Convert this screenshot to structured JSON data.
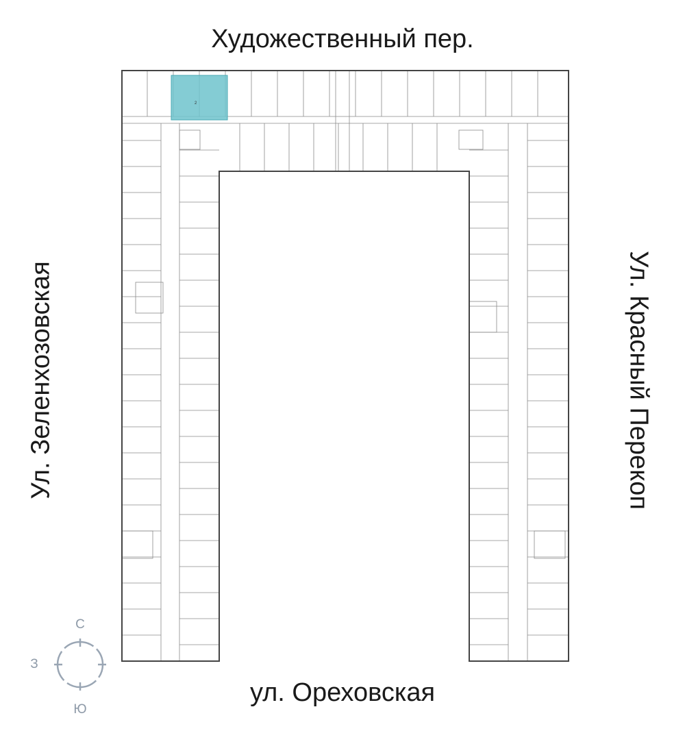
{
  "streets": {
    "north": "Художественный пер.",
    "south": "ул. Ореховская",
    "west": "Ул. Зеленхозовская",
    "east": "Ул. Красный Перекоп"
  },
  "compass": {
    "north": "С",
    "west": "З",
    "south": "Ю"
  },
  "colors": {
    "highlight": "#6ec3cc",
    "walls": "#555555",
    "compass": "#9aa6b4"
  },
  "selected_unit": {
    "rooms": "2"
  }
}
